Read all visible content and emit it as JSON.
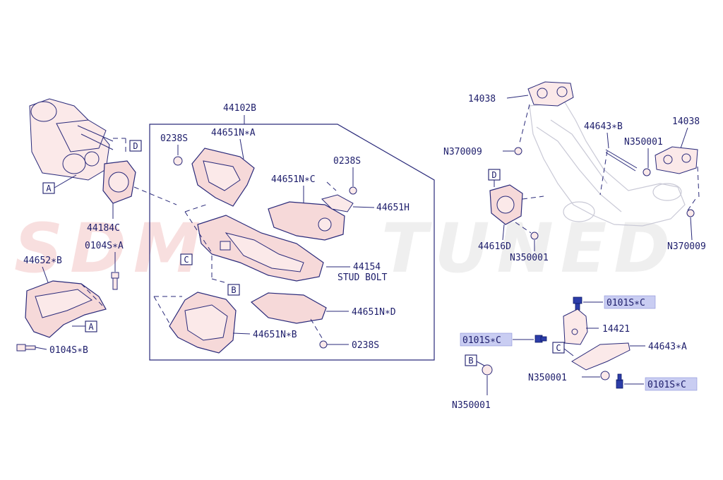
{
  "watermark": {
    "part1": "SDM",
    "part2": "TUNED",
    "color1": "#f3c6c6",
    "color2": "#e3e3e3"
  },
  "colors": {
    "line": "#1d1d6b",
    "highlight": "#c9cdf2",
    "part_fill": "#f6d9d9"
  },
  "labels": {
    "p44102B": "44102B",
    "p44651NA": "44651N∗A",
    "p0238S_a": "0238S",
    "p0238S_b": "0238S",
    "p0238S_c": "0238S",
    "p44651NC": "44651N∗C",
    "p44651H": "44651H",
    "p44154": "44154",
    "stud_bolt": "STUD BOLT",
    "p44651ND": "44651N∗D",
    "p44651NB": "44651N∗B",
    "p44184C": "44184C",
    "p0104SA": "0104S∗A",
    "p44652B": "44652∗B",
    "p0104SB": "0104S∗B",
    "p14038_a": "14038",
    "p14038_b": "14038",
    "pN370009_a": "N370009",
    "pN370009_b": "N370009",
    "p44643B": "44643∗B",
    "pN350001_a": "N350001",
    "pN350001_b": "N350001",
    "pN350001_c": "N350001",
    "pN350001_d": "N350001",
    "p44616D": "44616D",
    "p0101SC_a": "0101S∗C",
    "p0101SC_b": "0101S∗C",
    "p0101SC_c": "0101S∗C",
    "p14421": "14421",
    "p44643A": "44643∗A"
  },
  "refs": {
    "A": "A",
    "B": "B",
    "C": "C",
    "D": "D"
  }
}
